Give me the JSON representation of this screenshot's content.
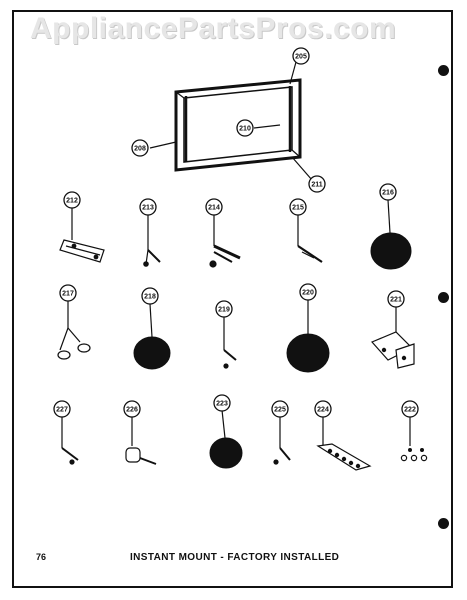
{
  "watermark": "AppliancePartsPros.com",
  "page_number": "76",
  "caption": "INSTANT MOUNT - FACTORY INSTALLED",
  "callouts": {
    "c205": "205",
    "c208": "208",
    "c210_frame": "210",
    "c211": "211",
    "c212": "212",
    "c213": "213",
    "c214": "214",
    "c215": "215",
    "c216": "216",
    "c217": "217",
    "c218": "218",
    "c219": "219",
    "c220": "220",
    "c221": "221",
    "c227": "227",
    "c226": "226",
    "c223": "223",
    "c225": "225",
    "c224": "224",
    "c222": "222"
  },
  "colors": {
    "ink": "#111111",
    "paper": "#ffffff",
    "watermark": "#e6e6e6"
  }
}
